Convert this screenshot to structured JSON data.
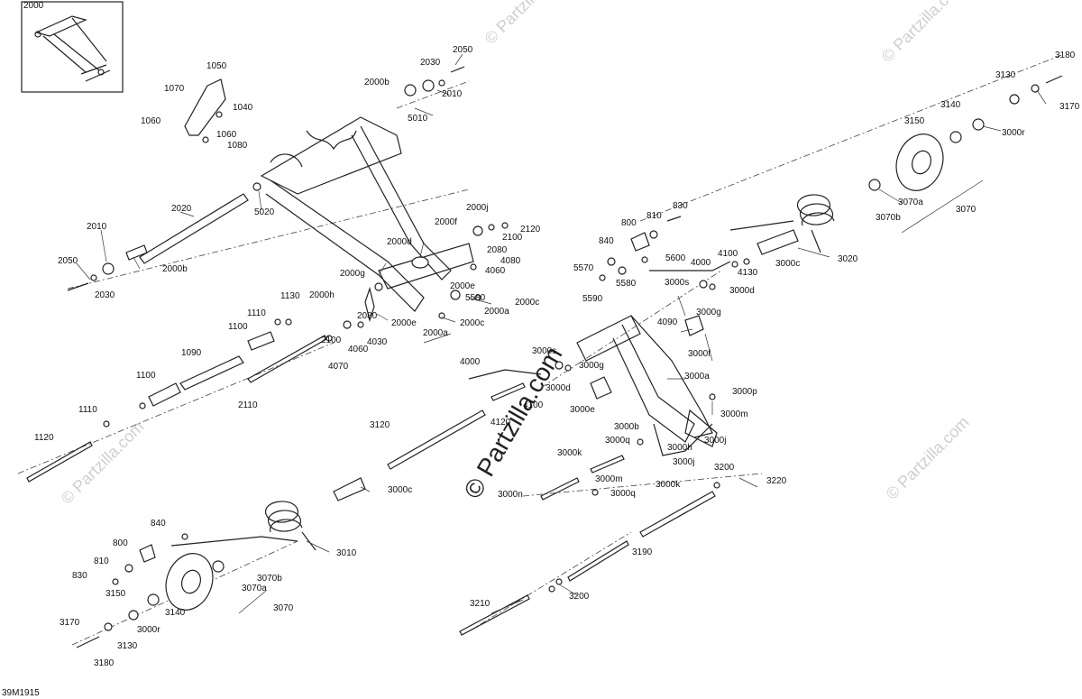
{
  "diagram_code": "39M1915",
  "watermark": {
    "main": "© Partzilla.com",
    "small": "© Partzilla.com"
  },
  "inset_label": "2000",
  "labels": {
    "l1050": "1050",
    "l1070": "1070",
    "l1040": "1040",
    "l1060a": "1060",
    "l1060b": "1060",
    "l1080": "1080",
    "l2000b_top": "2000b",
    "l2030_top": "2030",
    "l2050_top": "2050",
    "l2010_top": "2010",
    "l5010": "5010",
    "l5020": "5020",
    "l2020": "2020",
    "l2010": "2010",
    "l2050": "2050",
    "l2030": "2030",
    "l2000b": "2000b",
    "l2000j": "2000j",
    "l2000f": "2000f",
    "l2120": "2120",
    "l2100a": "2100",
    "l2080a": "2080",
    "l4080": "4080",
    "l4060a": "4060",
    "l2000d": "2000d",
    "l2000g": "2000g",
    "l2000e_a": "2000e",
    "l5580": "5580",
    "l2000c_a": "2000c",
    "l2000a_a": "2000a",
    "l2000h": "2000h",
    "l2080b": "2080",
    "l2000e_b": "2000e",
    "l2000c_b": "2000c",
    "l2000a_b": "2000a",
    "l1130": "1130",
    "l1110a": "1110",
    "l1100a": "1100",
    "l2100b": "2100",
    "l4060b": "4060",
    "l4030": "4030",
    "l4070": "4070",
    "l1090": "1090",
    "l2110": "2110",
    "l1100b": "1100",
    "l1110b": "1110",
    "l1120": "1120",
    "l3120": "3120",
    "l3000c_a": "3000c",
    "l840a": "840",
    "l800a": "800",
    "l810a": "810",
    "l830a": "830",
    "l3150a": "3150",
    "l3140a": "3140",
    "l3000r_a": "3000r",
    "l3170a": "3170",
    "l3130a": "3130",
    "l3180a": "3180",
    "l3070b_a": "3070b",
    "l3070a_a": "3070a",
    "l3070_a": "3070",
    "l3010": "3010",
    "l830b": "830",
    "l810b": "810",
    "l800b": "800",
    "l840b": "840",
    "l5600": "5600",
    "l5570": "5570",
    "l5580b": "5580",
    "l5590": "5590",
    "l4100a": "4100",
    "l4000a": "4000",
    "l4130": "4130",
    "l3000c_b": "3000c",
    "l3000s_a": "3000s",
    "l3000d_a": "3000d",
    "l3020": "3020",
    "l4090": "4090",
    "l3000g_a": "3000g",
    "l3000f": "3000f",
    "l3000s_b": "3000s",
    "l3000g_b": "3000g",
    "l4000b": "4000",
    "l3000d_b": "3000d",
    "l3000e": "3000e",
    "l4100b": "4100",
    "l4120": "4120",
    "l3000a": "3000a",
    "l3000p": "3000p",
    "l3000m_a": "3000m",
    "l3000b": "3000b",
    "l3000q_a": "3000q",
    "l3000h": "3000h",
    "l3000j_a": "3000j",
    "l3000j_b": "3000j",
    "l3000k_a": "3000k",
    "l3000m_b": "3000m",
    "l3000q_b": "3000q",
    "l3000k_b": "3000k",
    "l3000n": "3000n",
    "l3200a": "3200",
    "l3220": "3220",
    "l3190": "3190",
    "l3200b": "3200",
    "l3210": "3210",
    "l3180b": "3180",
    "l3130b": "3130",
    "l3170b": "3170",
    "l3140b": "3140",
    "l3150b": "3150",
    "l3000r_b": "3000r",
    "l3070a_b": "3070a",
    "l3070b_b": "3070b",
    "l3070_b": "3070"
  }
}
